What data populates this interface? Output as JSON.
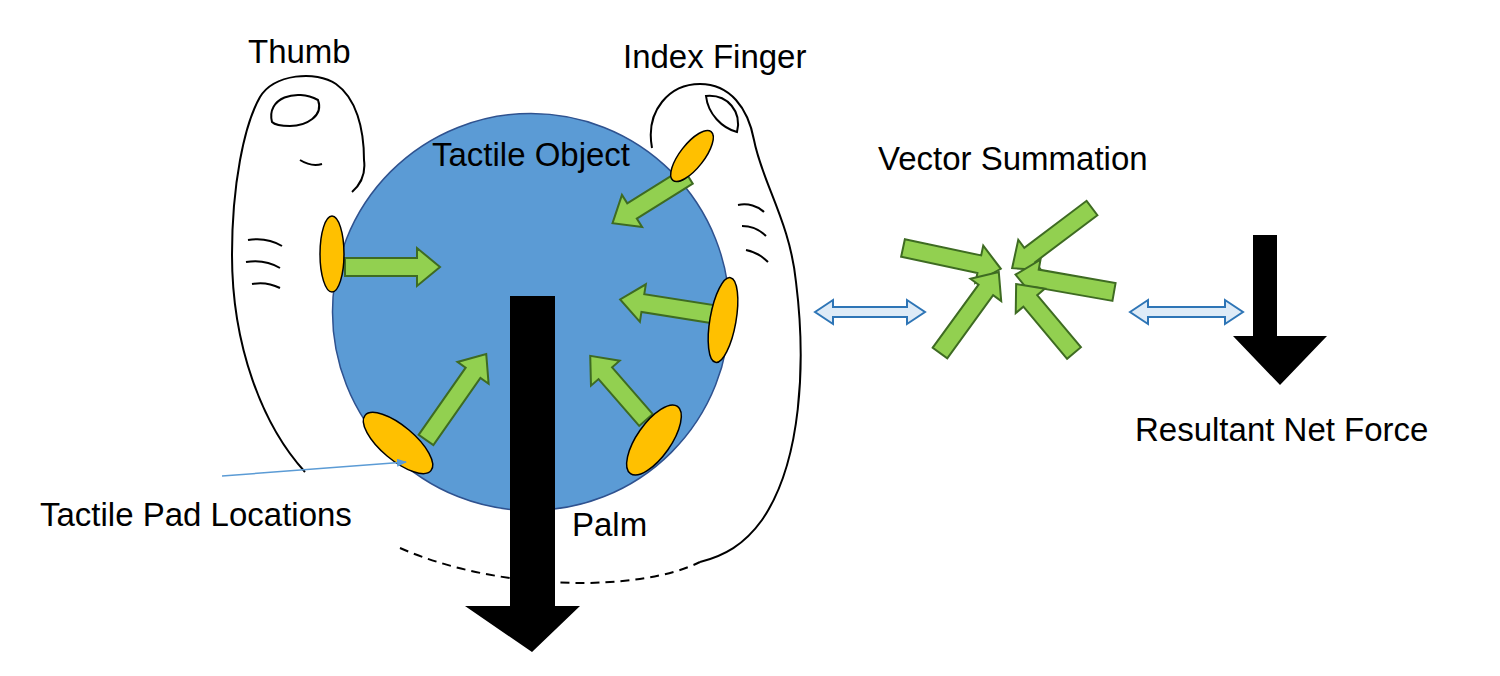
{
  "diagram": {
    "nodes": [
      {
        "text": [
          "Tactile Object"
        ]
      }
    ],
    "labels": [
      "Thumb",
      "Index Finger",
      "Vector Summation",
      "Resultant Net Force",
      "Tactile Pad Locations",
      "Palm"
    ]
  }
}
